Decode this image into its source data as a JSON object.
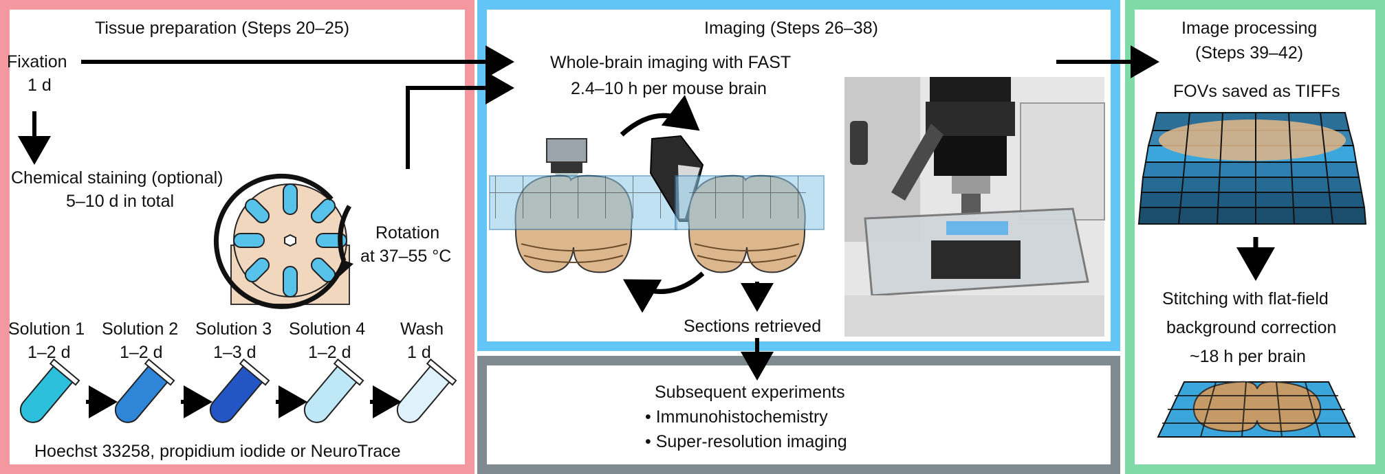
{
  "tissue": {
    "title": "Tissue preparation (Steps 20–25)",
    "fixation": {
      "label": "Fixation",
      "duration": "1 d"
    },
    "staining": {
      "label": "Chemical staining (optional)",
      "duration": "5–10 d in total"
    },
    "rotation": {
      "label": "Rotation",
      "temp": "at 37–55 °C"
    },
    "solutions": [
      {
        "label": "Solution 1",
        "duration": "1–2 d",
        "color": "#2cc0dd"
      },
      {
        "label": "Solution 2",
        "duration": "1–2 d",
        "color": "#2f86d8"
      },
      {
        "label": "Solution 3",
        "duration": "1–3 d",
        "color": "#2355c4"
      },
      {
        "label": "Solution 4",
        "duration": "1–2 d",
        "color": "#bfe8f6"
      },
      {
        "label": "Wash",
        "duration": "1 d",
        "color": "#dff1fa"
      }
    ],
    "dyes": "Hoechst 33258, propidium iodide or NeuroTrace"
  },
  "imaging": {
    "title": "Imaging (Steps 26–38)",
    "whole_brain": "Whole-brain imaging with FAST",
    "time": "2.4–10 h per mouse brain",
    "sections": "Sections retrieved"
  },
  "subsequent": {
    "title": "Subsequent experiments",
    "items": [
      "• Immunohistochemistry",
      "• Super-resolution imaging"
    ]
  },
  "processing": {
    "title_line1": "Image processing",
    "title_line2": "(Steps 39–42)",
    "fovs": "FOVs saved as TIFFs",
    "stitch_line1": "Stitching with flat-field",
    "stitch_line2": "background correction",
    "stitch_line3": "~18 h per brain"
  },
  "colors": {
    "tissue_border": "#f4989f",
    "imaging_border": "#62c5f5",
    "subsequent_border": "#7f8b91",
    "processing_border": "#7fdaa7",
    "tile_blue": "#3aa6dc",
    "brain_tan": "#d8b488"
  }
}
